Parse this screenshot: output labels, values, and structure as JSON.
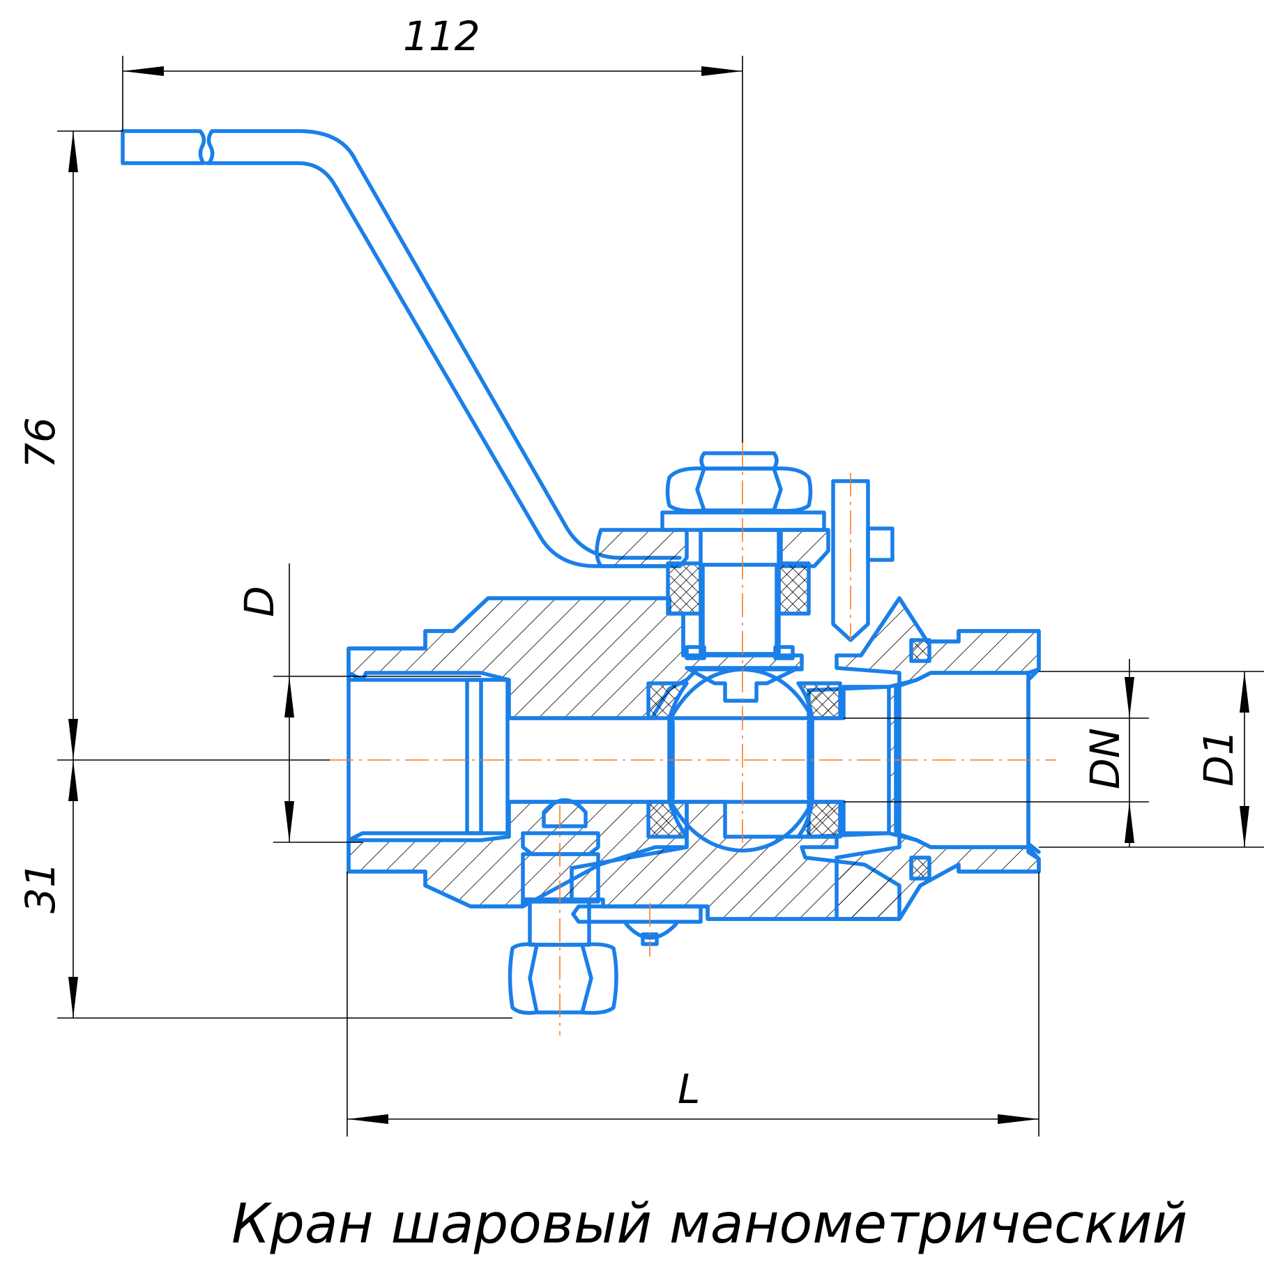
{
  "title": "Кран шаровый манометрический",
  "dimensions": {
    "handle_length": "112",
    "height_above_axis": "76",
    "height_below_axis": "31",
    "thread_diameter": "D",
    "nominal_diameter": "DN",
    "outer_thread_diameter": "D1",
    "length": "L"
  },
  "colors": {
    "part_outline": "#1a7fe8",
    "axis": "#ff7a1a",
    "hatch": "#000000",
    "dimension": "#000000"
  }
}
